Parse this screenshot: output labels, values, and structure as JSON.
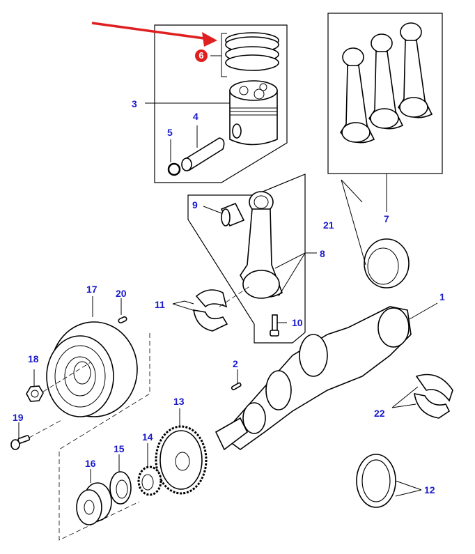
{
  "diagram": {
    "title": "Engine crankshaft, piston and connecting rod assembly (exploded parts view)",
    "label_color": "#1a1acc",
    "highlight_color": "#e02020",
    "arrow_color": "#e02020",
    "highlighted_part": "6",
    "callouts": [
      {
        "id": "1",
        "part": "crankshaft"
      },
      {
        "id": "2",
        "part": "key"
      },
      {
        "id": "3",
        "part": "piston"
      },
      {
        "id": "4",
        "part": "piston-pin"
      },
      {
        "id": "5",
        "part": "circlip"
      },
      {
        "id": "6",
        "part": "piston-ring-set"
      },
      {
        "id": "7",
        "part": "connecting-rod-set"
      },
      {
        "id": "8",
        "part": "connecting-rod"
      },
      {
        "id": "9",
        "part": "small-end-bushing"
      },
      {
        "id": "10",
        "part": "connecting-rod-bolt"
      },
      {
        "id": "11",
        "part": "connecting-rod-bearing"
      },
      {
        "id": "12",
        "part": "thrust-washer"
      },
      {
        "id": "13",
        "part": "crankshaft-gear"
      },
      {
        "id": "14",
        "part": "pinion-gear"
      },
      {
        "id": "15",
        "part": "washer"
      },
      {
        "id": "16",
        "part": "flange-hub"
      },
      {
        "id": "17",
        "part": "flywheel"
      },
      {
        "id": "18",
        "part": "nut"
      },
      {
        "id": "19",
        "part": "bolt"
      },
      {
        "id": "20",
        "part": "dowel-pin"
      },
      {
        "id": "21",
        "part": "main-bearing"
      },
      {
        "id": "22",
        "part": "main-bearing-lower"
      }
    ]
  }
}
